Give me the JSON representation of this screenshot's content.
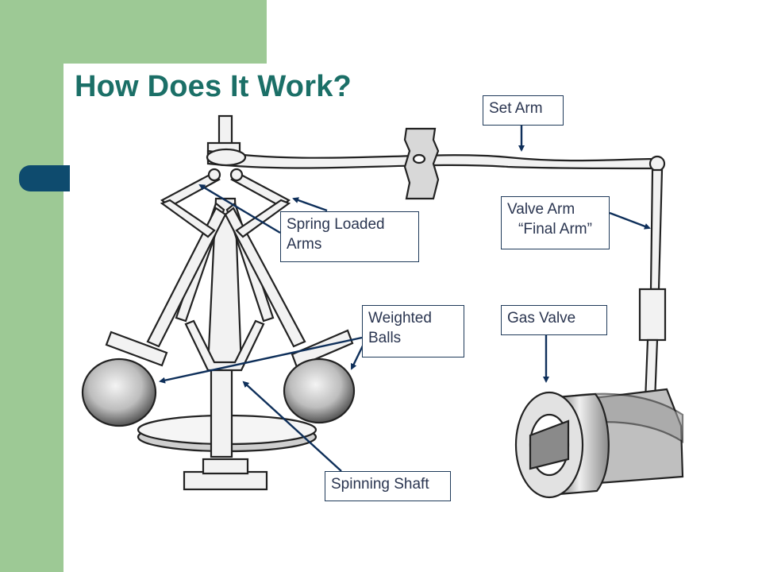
{
  "slide": {
    "title": "How Does It Work?",
    "colors": {
      "side_bar": "#9dc995",
      "tab": "#0e4b6e",
      "title": "#1b6f67",
      "arrow": "#0e2f5a"
    }
  },
  "labels": {
    "set_arm": "Set Arm",
    "valve_arm_line1": "Valve Arm",
    "valve_arm_line2": "“Final Arm”",
    "spring_line1": "Spring Loaded",
    "spring_line2": "Arms",
    "weighted_line1": "Weighted",
    "weighted_line2": "Balls",
    "gas_valve": "Gas Valve",
    "spinning_shaft": "Spinning Shaft"
  }
}
